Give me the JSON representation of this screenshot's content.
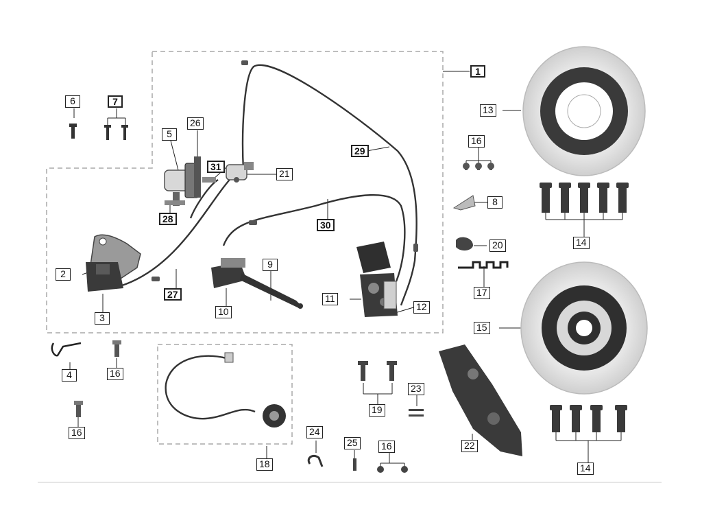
{
  "diagram": {
    "labels": {
      "l1": "1",
      "l2": "2",
      "l3": "3",
      "l4": "4",
      "l5": "5",
      "l6": "6",
      "l7": "7",
      "l8": "8",
      "l9": "9",
      "l10": "10",
      "l11": "11",
      "l12": "12",
      "l13": "13",
      "l14a": "14",
      "l14b": "14",
      "l15": "15",
      "l16a": "16",
      "l16b": "16",
      "l16c": "16",
      "l16d": "16",
      "l17": "17",
      "l18": "18",
      "l19": "19",
      "l20": "20",
      "l21": "21",
      "l22": "22",
      "l23": "23",
      "l24": "24",
      "l25": "25",
      "l26": "26",
      "l27": "27",
      "l28": "28",
      "l29": "29",
      "l30": "30",
      "l31": "31"
    },
    "colors": {
      "line": "#222222",
      "part_dark": "#3a3a3a",
      "part_mid": "#8a8a8a",
      "part_light": "#d4d4d4",
      "dash": "#a8a8a8"
    }
  }
}
